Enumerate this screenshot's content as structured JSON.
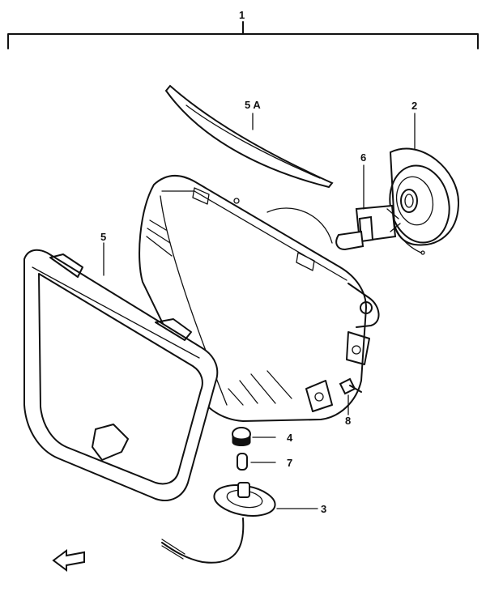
{
  "diagram": {
    "callouts": [
      {
        "id": "c1",
        "text": "1"
      },
      {
        "id": "c2",
        "text": "2"
      },
      {
        "id": "c3",
        "text": "3"
      },
      {
        "id": "c4",
        "text": "4"
      },
      {
        "id": "c5",
        "text": "5"
      },
      {
        "id": "c5a",
        "text": "5 A"
      },
      {
        "id": "c6",
        "text": "6"
      },
      {
        "id": "c7",
        "text": "7"
      },
      {
        "id": "c8",
        "text": "8"
      }
    ]
  }
}
